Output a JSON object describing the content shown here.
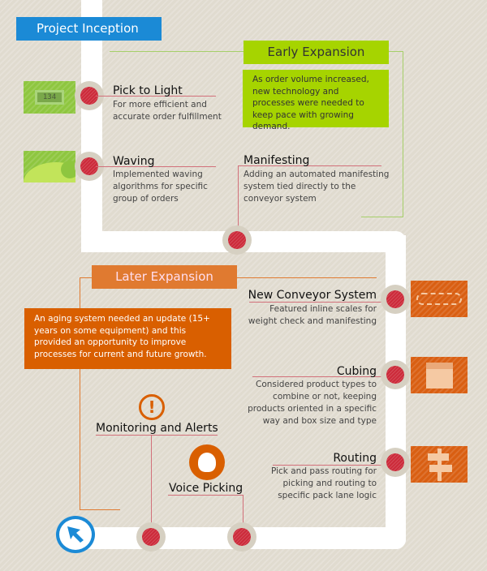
{
  "phases": {
    "inception": "Project Inception",
    "early": "Early Expansion",
    "later": "Later Expansion"
  },
  "early_desc": "As order volume increased, new technology and processes were needed to keep pace with growing demand.",
  "later_desc": "An aging system needed an update (15+ years on some equipment) and this provided an opportunity to improve processes for current and future growth.",
  "milestones": [
    {
      "title": "Pick to Light",
      "desc": "For more efficient and accurate order fulfillment",
      "icon": "pick-to-light-display-icon",
      "display": "134"
    },
    {
      "title": "Waving",
      "desc": "Implemented waving algorithms for specific group of orders",
      "icon": "wave-icon"
    },
    {
      "title": "Manifesting",
      "desc": "Adding an automated manifesting system tied directly to the conveyor system"
    },
    {
      "title": "New Conveyor System",
      "desc": "Featured inline scales for weight check and manifesting",
      "icon": "conveyor-icon"
    },
    {
      "title": "Cubing",
      "desc": "Considered product types to combine or not, keeping products oriented in a specific way and box size and type",
      "icon": "box-icon"
    },
    {
      "title": "Routing",
      "desc": "Pick and pass routing for picking and routing to specific pack lane logic",
      "icon": "signpost-icon"
    },
    {
      "title": "Monitoring and Alerts",
      "icon": "alert-icon"
    },
    {
      "title": "Voice Picking",
      "icon": "headset-icon"
    }
  ],
  "colors": {
    "blue": "#1b8ad6",
    "green": "#a6d400",
    "orange": "#d95f00",
    "red": "#cc2a3a"
  }
}
